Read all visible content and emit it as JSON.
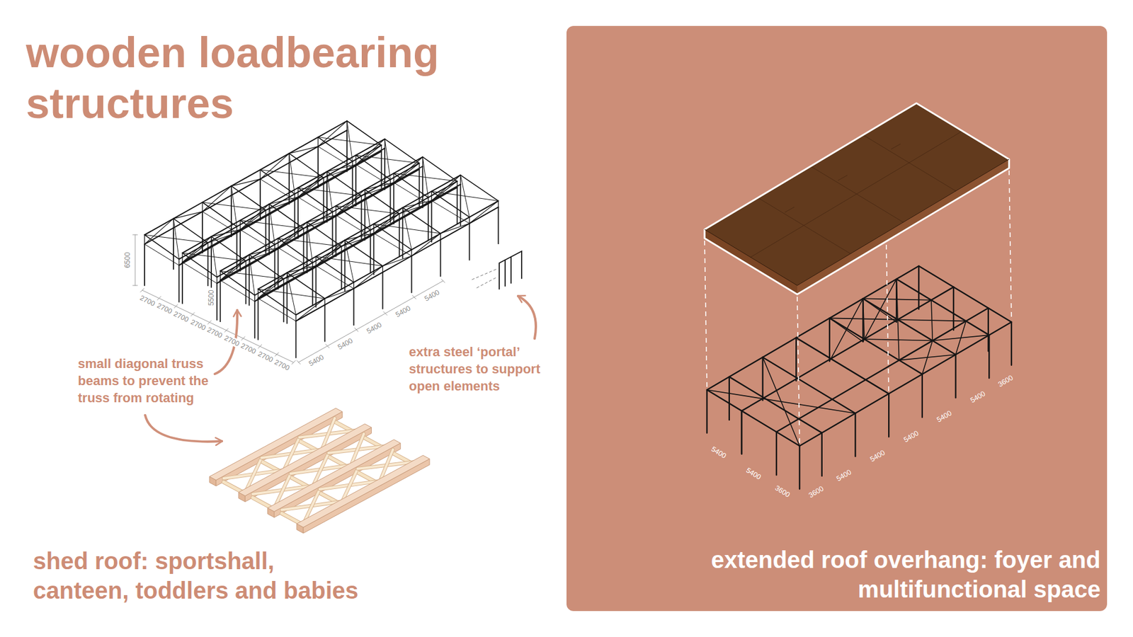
{
  "diagram": {
    "title": "wooden loadbearing structures",
    "nodes": [
      {
        "text": [
          "extended roof overhang: foyer and multifunctional space"
        ]
      }
    ],
    "labels": [
      "6500",
      "5500",
      "2700",
      "2700",
      "2700",
      "2700",
      "2700",
      "2700",
      "2700",
      "2700",
      "2700",
      "5400",
      "5400",
      "5400",
      "5400",
      "5400",
      "small diagonal truss beams to prevent the truss from rotating",
      "extra steel ‘portal’ structures to support open elements",
      "shed roof: sportshall, canteen, toddlers and babies",
      "5400",
      "5400",
      "3600",
      "3600",
      "5400",
      "5400",
      "5400",
      "5400",
      "5400",
      "3600"
    ]
  }
}
